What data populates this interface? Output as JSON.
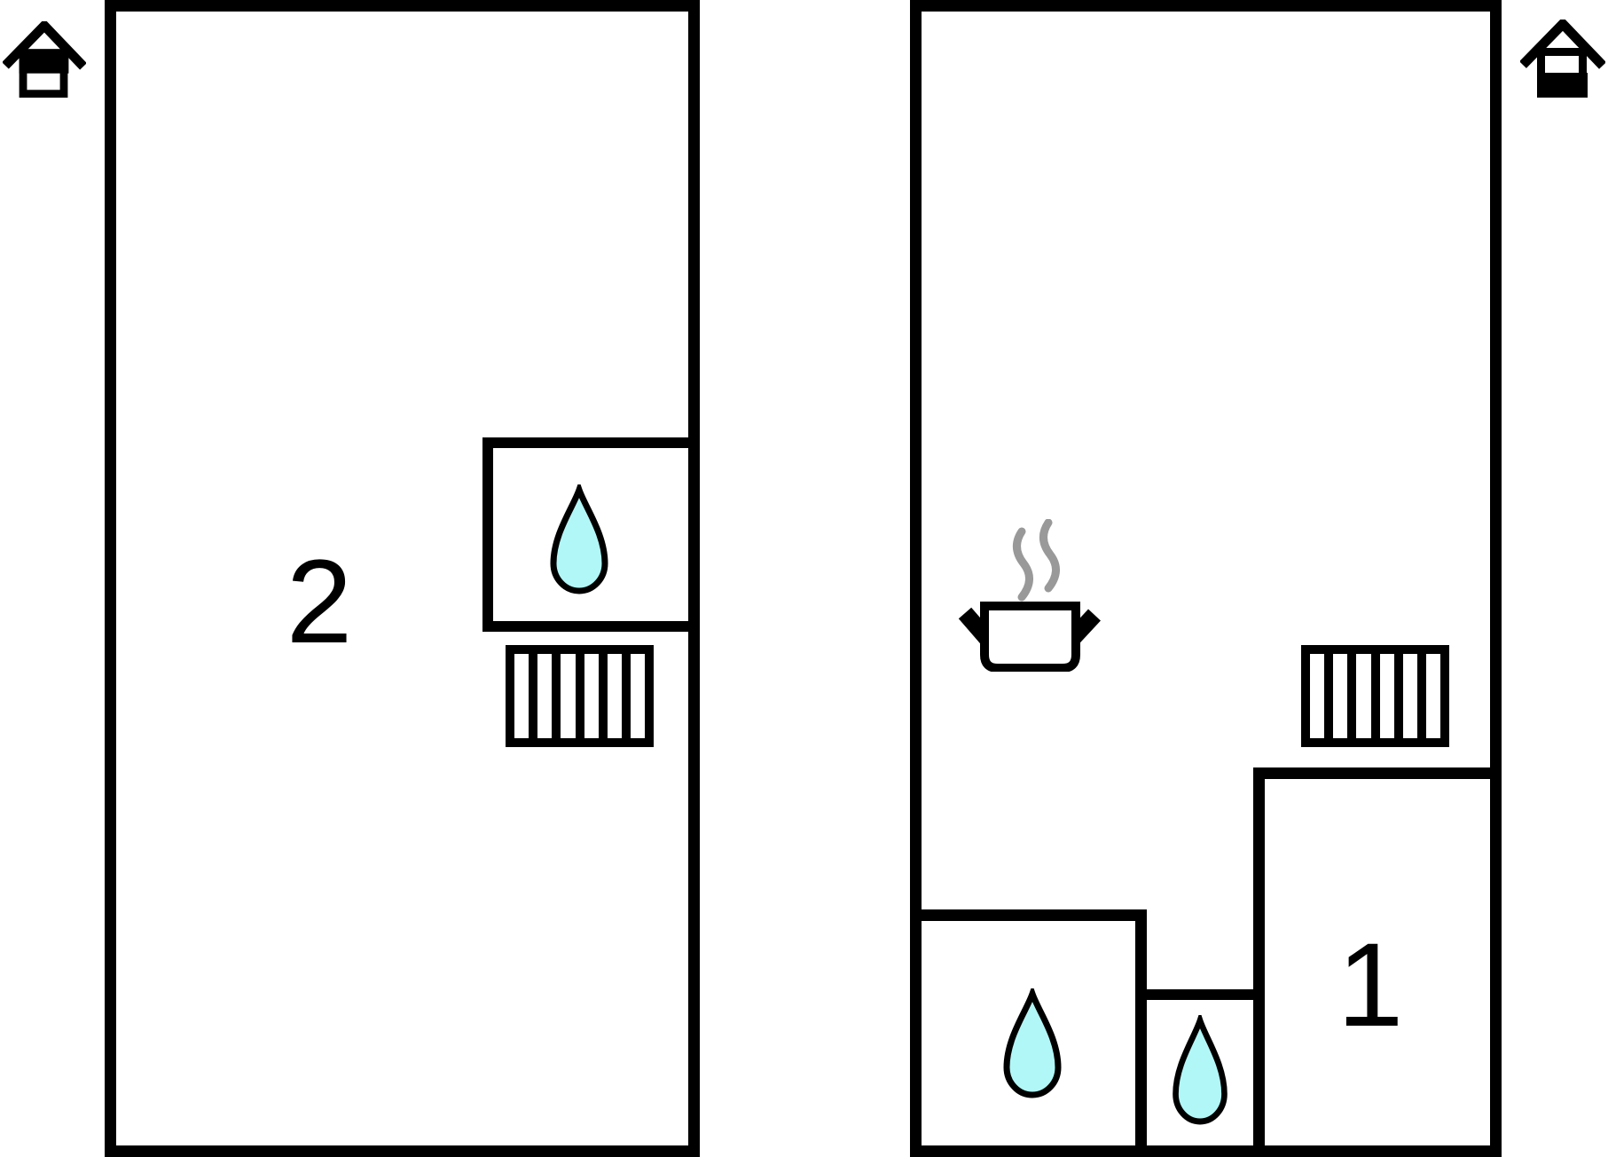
{
  "colors": {
    "background": "#ffffff",
    "wall": "#000000",
    "outline": "#000000",
    "water_drop_fill": "#b2f7f7",
    "steam": "#999999",
    "label_text": "#000000"
  },
  "plans": {
    "upper_floor": {
      "name": "upper floor plan",
      "room_label": "2",
      "floor_indicator_icon": "house-upper-floor-icon",
      "stairs_steps": 6,
      "feature_icons": [
        "water-drop-icon",
        "stairs-icon"
      ]
    },
    "ground_floor": {
      "name": "ground floor plan",
      "room_label": "1",
      "floor_indicator_icon": "house-ground-floor-icon",
      "stairs_steps": 6,
      "feature_icons": [
        "cooking-pot-icon",
        "steam-icon",
        "water-drop-icon",
        "water-drop-icon",
        "stairs-icon"
      ]
    }
  }
}
